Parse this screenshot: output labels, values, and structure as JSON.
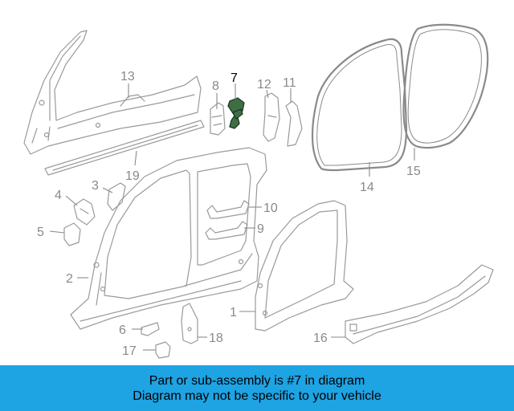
{
  "colors": {
    "banner_bg": "#1ea3e3",
    "part_stroke": "#9a9a9a",
    "highlight_fill": "#3f6e45",
    "label_gray": "#8a8a8a",
    "label_highlight": "#000000"
  },
  "diagram": {
    "highlighted_part": "7",
    "labels": {
      "p1": "1",
      "p2": "2",
      "p3": "3",
      "p4": "4",
      "p5": "5",
      "p6": "6",
      "p7": "7",
      "p8": "8",
      "p9": "9",
      "p10": "10",
      "p11": "11",
      "p12": "12",
      "p13": "13",
      "p14": "14",
      "p15": "15",
      "p16": "16",
      "p17": "17",
      "p18": "18",
      "p19": "19"
    }
  },
  "banner": {
    "line1": "Part or sub-assembly is #7 in diagram",
    "line2": "Diagram may not be specific to your vehicle"
  }
}
